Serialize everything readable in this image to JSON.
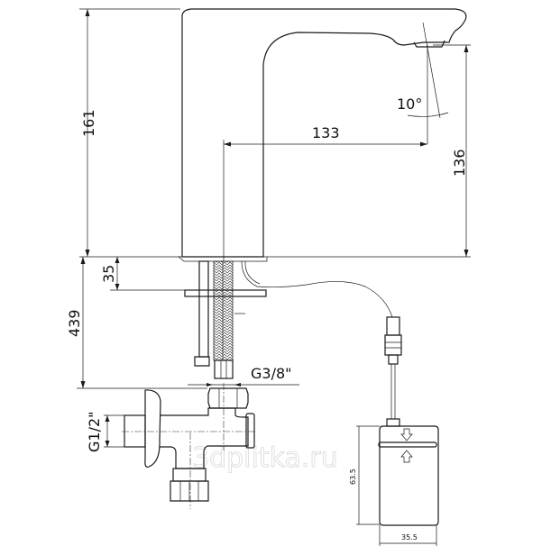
{
  "drawing": {
    "dimensions": {
      "total_height": "161",
      "spout_height": "136",
      "spout_reach": "133",
      "spray_angle": "10°",
      "deck_thickness": "35",
      "hose_length": "439",
      "hose_thread": "G3/8\"",
      "valve_thread": "G1/2\"",
      "box_height": "63.5",
      "box_width": "35.5"
    },
    "watermark": "3dplitka.ru"
  }
}
